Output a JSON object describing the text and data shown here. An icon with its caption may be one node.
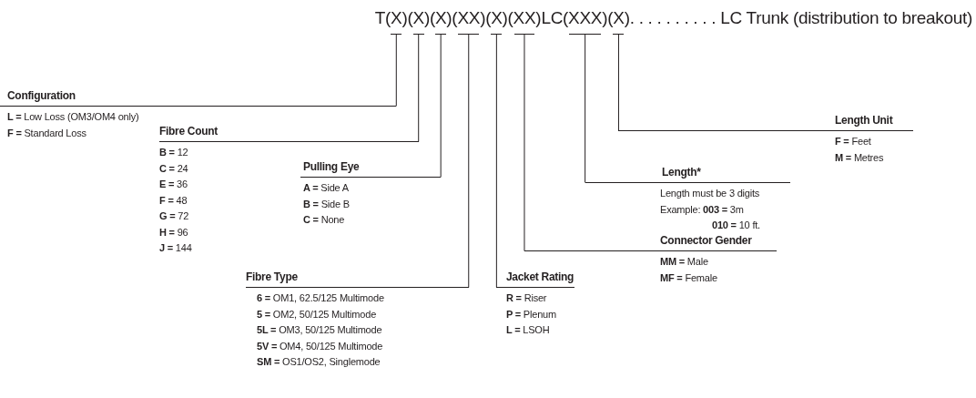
{
  "diagram": {
    "title": "T(X)(X)(X)(XX)(X)(XX)LC(XXX)(X). . . . . . . . . . LC Trunk (distribution to breakout)",
    "nodes": [
      {
        "text": [],
        "shape": "bar"
      },
      {
        "text": [],
        "shape": "bar"
      },
      {
        "text": [],
        "shape": "bar"
      },
      {
        "text": [],
        "shape": "bar"
      },
      {
        "text": [],
        "shape": "bar"
      },
      {
        "text": [],
        "shape": "bar"
      },
      {
        "text": [],
        "shape": "bar"
      },
      {
        "text": [],
        "shape": "bar"
      },
      {
        "text": [
          "Configuration",
          "**L =** Low Loss (OM3/OM4 only)",
          "**F =** Standard Loss"
        ]
      },
      {
        "text": [
          "Fibre Count",
          "**B =** 12",
          "**C =** 24",
          "**E =** 36",
          "**F =** 48",
          "**G =** 72",
          "**H =** 96",
          "**J =** 144"
        ]
      },
      {
        "text": [
          "Pulling Eye",
          "**A =** Side A",
          "**B =** Side B",
          "**C =** None"
        ]
      },
      {
        "text": [
          "Fibre Type",
          "**6 =** OM1, 62.5/125 Multimode",
          "**5 =** OM2, 50/125 Multimode",
          "**5L =** OM3, 50/125 Multimode",
          "**5V =** OM4, 50/125 Multimode",
          "**SM =** OS1/OS2, Singlemode"
        ]
      },
      {
        "text": [
          "Jacket Rating",
          "**R =** Riser",
          "**P =** Plenum",
          "**L =** LSOH"
        ]
      },
      {
        "text": [
          "Connector Gender",
          "**MM =** Male",
          "**MF =** Female"
        ]
      },
      {
        "text": [
          "Length*",
          "Length must be 3 digits",
          "Example: **003 =** 3m",
          "**010 =** 10 ft."
        ]
      },
      {
        "text": [
          "Length Unit",
          "**F =** Feet",
          "**M =** Metres"
        ]
      }
    ],
    "edges": [
      {
        "from": 8,
        "to": 0,
        "arrow": "none"
      },
      {
        "from": 9,
        "to": 1,
        "arrow": "none"
      },
      {
        "from": 10,
        "to": 2,
        "arrow": "none"
      },
      {
        "from": 11,
        "to": 3,
        "arrow": "none"
      },
      {
        "from": 12,
        "to": 4,
        "arrow": "none"
      },
      {
        "from": 13,
        "to": 5,
        "arrow": "none"
      },
      {
        "from": 14,
        "to": 6,
        "arrow": "none"
      },
      {
        "from": 15,
        "to": 7,
        "arrow": "none"
      }
    ]
  }
}
